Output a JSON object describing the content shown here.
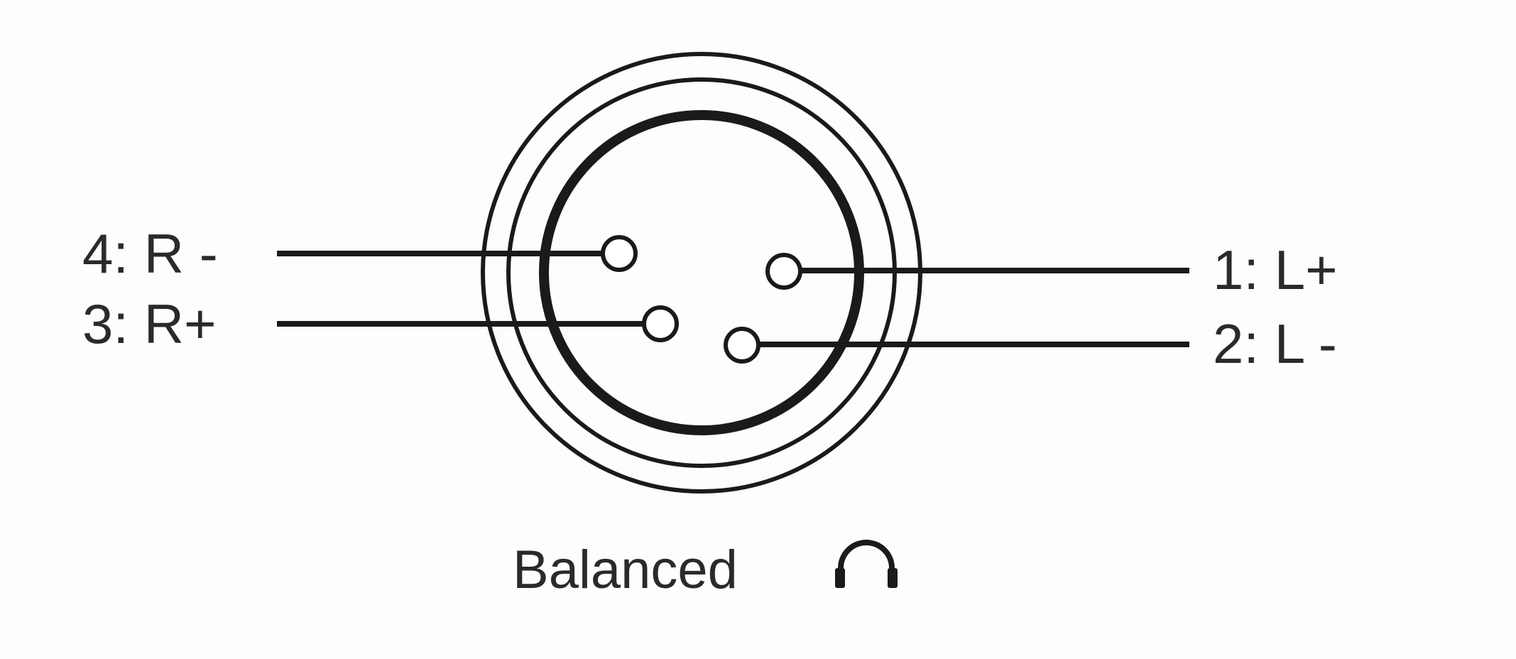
{
  "pins": [
    {
      "id": "pin-1",
      "label": "1: L+"
    },
    {
      "id": "pin-2",
      "label": "2: L -"
    },
    {
      "id": "pin-3",
      "label": "3: R+"
    },
    {
      "id": "pin-4",
      "label": "4: R -"
    }
  ],
  "caption": {
    "text": "Balanced",
    "icon": "headphones-icon"
  },
  "colors": {
    "stroke": "#1a1a1a",
    "text": "#2a2a2a",
    "background": "#fdfdfd"
  }
}
